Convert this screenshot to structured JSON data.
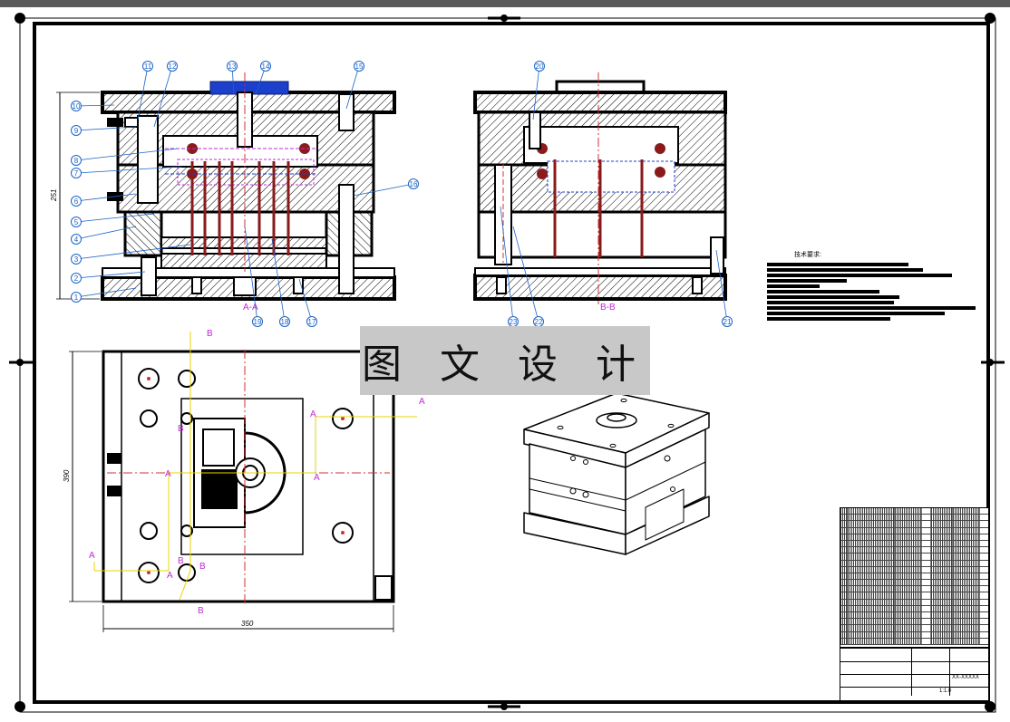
{
  "watermark": {
    "text": "图 文 设 计"
  },
  "sections": {
    "aa_label": "A-A",
    "bb_label": "B-B",
    "cut_letter_a": "A",
    "cut_letter_b": "B"
  },
  "balloons": [
    "1",
    "2",
    "3",
    "4",
    "5",
    "6",
    "7",
    "8",
    "9",
    "10",
    "11",
    "12",
    "13",
    "14",
    "15",
    "16",
    "17",
    "18",
    "19",
    "20",
    "21",
    "22",
    "23"
  ],
  "dimensions": {
    "front_height": "251",
    "plan_height": "390",
    "plan_width": "350"
  },
  "tech_requirements": {
    "title": "技术要求:"
  },
  "title_block": {
    "drawing_number": "XX-XXXXX",
    "scale": "1:1.0"
  },
  "colors": {
    "part_outline": "#000000",
    "balloon": "#1a63c8",
    "section_label": "#c02ad8",
    "center_line": "#d03030",
    "ejector_pin": "#8b1a1a",
    "sprue_bush": "#1c3fcc",
    "cut_line": "#e8d400"
  }
}
